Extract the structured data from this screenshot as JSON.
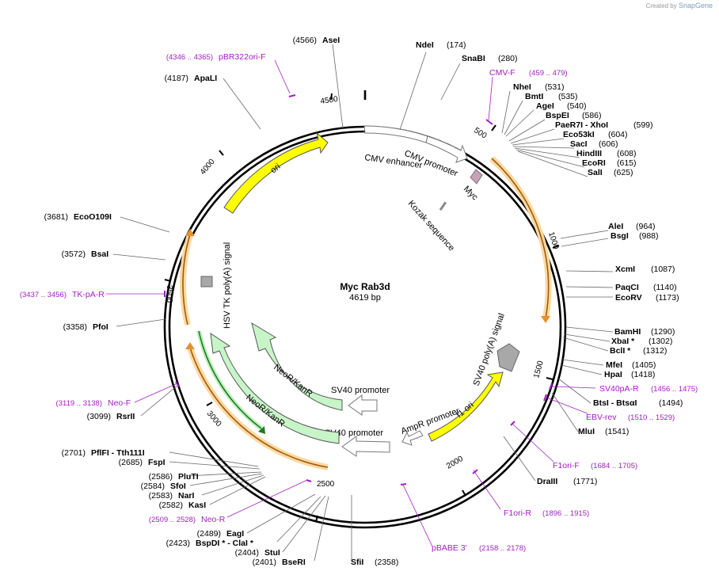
{
  "credit": {
    "prefix": "Created by",
    "brand": "SnapGene"
  },
  "plasmid": {
    "name": "Myc Rab3d",
    "length": "4619 bp",
    "total_bp": 4619
  },
  "ticks": [
    "500",
    "1000",
    "1500",
    "2000",
    "2500",
    "3000",
    "3500",
    "4000",
    "4500"
  ],
  "colors": {
    "backbone": "#000000",
    "primer": "#a020c0",
    "ori": "#ffff00",
    "neo": "#c8f5c8",
    "orf": "#e8a040",
    "promoter": "#ffffff",
    "polyA": "#a8a8a8",
    "myc": "#c8a0b8"
  },
  "features": [
    {
      "name": "CMV enhancer",
      "type": "promoter"
    },
    {
      "name": "CMV promoter",
      "type": "promoter"
    },
    {
      "name": "Myc",
      "type": "tag"
    },
    {
      "name": "Kozak sequence",
      "type": "misc"
    },
    {
      "name": "SV40 poly(A) signal",
      "type": "polyA"
    },
    {
      "name": "f1 ori",
      "type": "ori"
    },
    {
      "name": "AmpR promoter",
      "type": "promoter"
    },
    {
      "name": "SV40 promoter",
      "type": "promoter"
    },
    {
      "name": "NeoR/KanR",
      "type": "cds"
    },
    {
      "name": "HSV TK poly(A) signal",
      "type": "polyA"
    },
    {
      "name": "ori",
      "type": "ori"
    }
  ],
  "enzymes": [
    {
      "name": "NdeI",
      "pos": "(174)"
    },
    {
      "name": "SnaBI",
      "pos": "(280)"
    },
    {
      "name": "NheI",
      "pos": "(531)"
    },
    {
      "name": "BmtI",
      "pos": "(535)"
    },
    {
      "name": "AgeI",
      "pos": "(540)"
    },
    {
      "name": "BspEI",
      "pos": "(586)"
    },
    {
      "name": "PaeR7I  - XhoI",
      "pos": "(599)"
    },
    {
      "name": "Eco53kI",
      "pos": "(604)"
    },
    {
      "name": "SacI",
      "pos": "(606)"
    },
    {
      "name": "HindIII",
      "pos": "(608)"
    },
    {
      "name": "EcoRI",
      "pos": "(615)"
    },
    {
      "name": "SalI",
      "pos": "(625)"
    },
    {
      "name": "AleI",
      "pos": "(964)"
    },
    {
      "name": "BsgI",
      "pos": "(988)"
    },
    {
      "name": "XcmI",
      "pos": "(1087)"
    },
    {
      "name": "PaqCI",
      "pos": "(1140)"
    },
    {
      "name": "EcoRV",
      "pos": "(1173)"
    },
    {
      "name": "BamHI",
      "pos": "(1290)"
    },
    {
      "name": "XbaI *",
      "pos": "(1302)"
    },
    {
      "name": "BclI *",
      "pos": "(1312)"
    },
    {
      "name": "MfeI",
      "pos": "(1405)"
    },
    {
      "name": "HpaI",
      "pos": "(1418)"
    },
    {
      "name": "BtsI  - BtsαI",
      "pos": "(1494)"
    },
    {
      "name": "MluI",
      "pos": "(1541)"
    },
    {
      "name": "DraIII",
      "pos": "(1771)"
    },
    {
      "name": "SfiI",
      "pos": "(2358)"
    },
    {
      "name": "BseRI",
      "pos": "(2401)"
    },
    {
      "name": "StuI",
      "pos": "(2404)"
    },
    {
      "name": "BspDI *  - ClaI *",
      "pos": "(2423)"
    },
    {
      "name": "EagI",
      "pos": "(2489)"
    },
    {
      "name": "KasI",
      "pos": "(2582)"
    },
    {
      "name": "NarI",
      "pos": "(2583)"
    },
    {
      "name": "SfoI",
      "pos": "(2584)"
    },
    {
      "name": "PluTI",
      "pos": "(2586)"
    },
    {
      "name": "FspI",
      "pos": "(2685)"
    },
    {
      "name": "PflFI  - Tth111I",
      "pos": "(2701)"
    },
    {
      "name": "RsrII",
      "pos": "(3099)"
    },
    {
      "name": "PfoI",
      "pos": "(3358)"
    },
    {
      "name": "BsaI",
      "pos": "(3572)"
    },
    {
      "name": "EcoO109I",
      "pos": "(3681)"
    },
    {
      "name": "ApaLI",
      "pos": "(4187)"
    },
    {
      "name": "AseI",
      "pos": "(4566)"
    }
  ],
  "primers": [
    {
      "name": "CMV-F",
      "range": "(459 .. 479)"
    },
    {
      "name": "SV40pA-R",
      "range": "(1456 .. 1475)"
    },
    {
      "name": "EBV-rev",
      "range": "(1510 .. 1529)"
    },
    {
      "name": "F1ori-F",
      "range": "(1684 .. 1705)"
    },
    {
      "name": "F1ori-R",
      "range": "(1896 .. 1915)"
    },
    {
      "name": "pBABE 3'",
      "range": "(2158 .. 2178)"
    },
    {
      "name": "Neo-R",
      "range": "(2509 .. 2528)"
    },
    {
      "name": "Neo-F",
      "range": "(3119 .. 3138)"
    },
    {
      "name": "TK-pA-R",
      "range": "(3437 .. 3456)"
    },
    {
      "name": "pBR322ori-F",
      "range": "(4346 .. 4365)"
    }
  ]
}
